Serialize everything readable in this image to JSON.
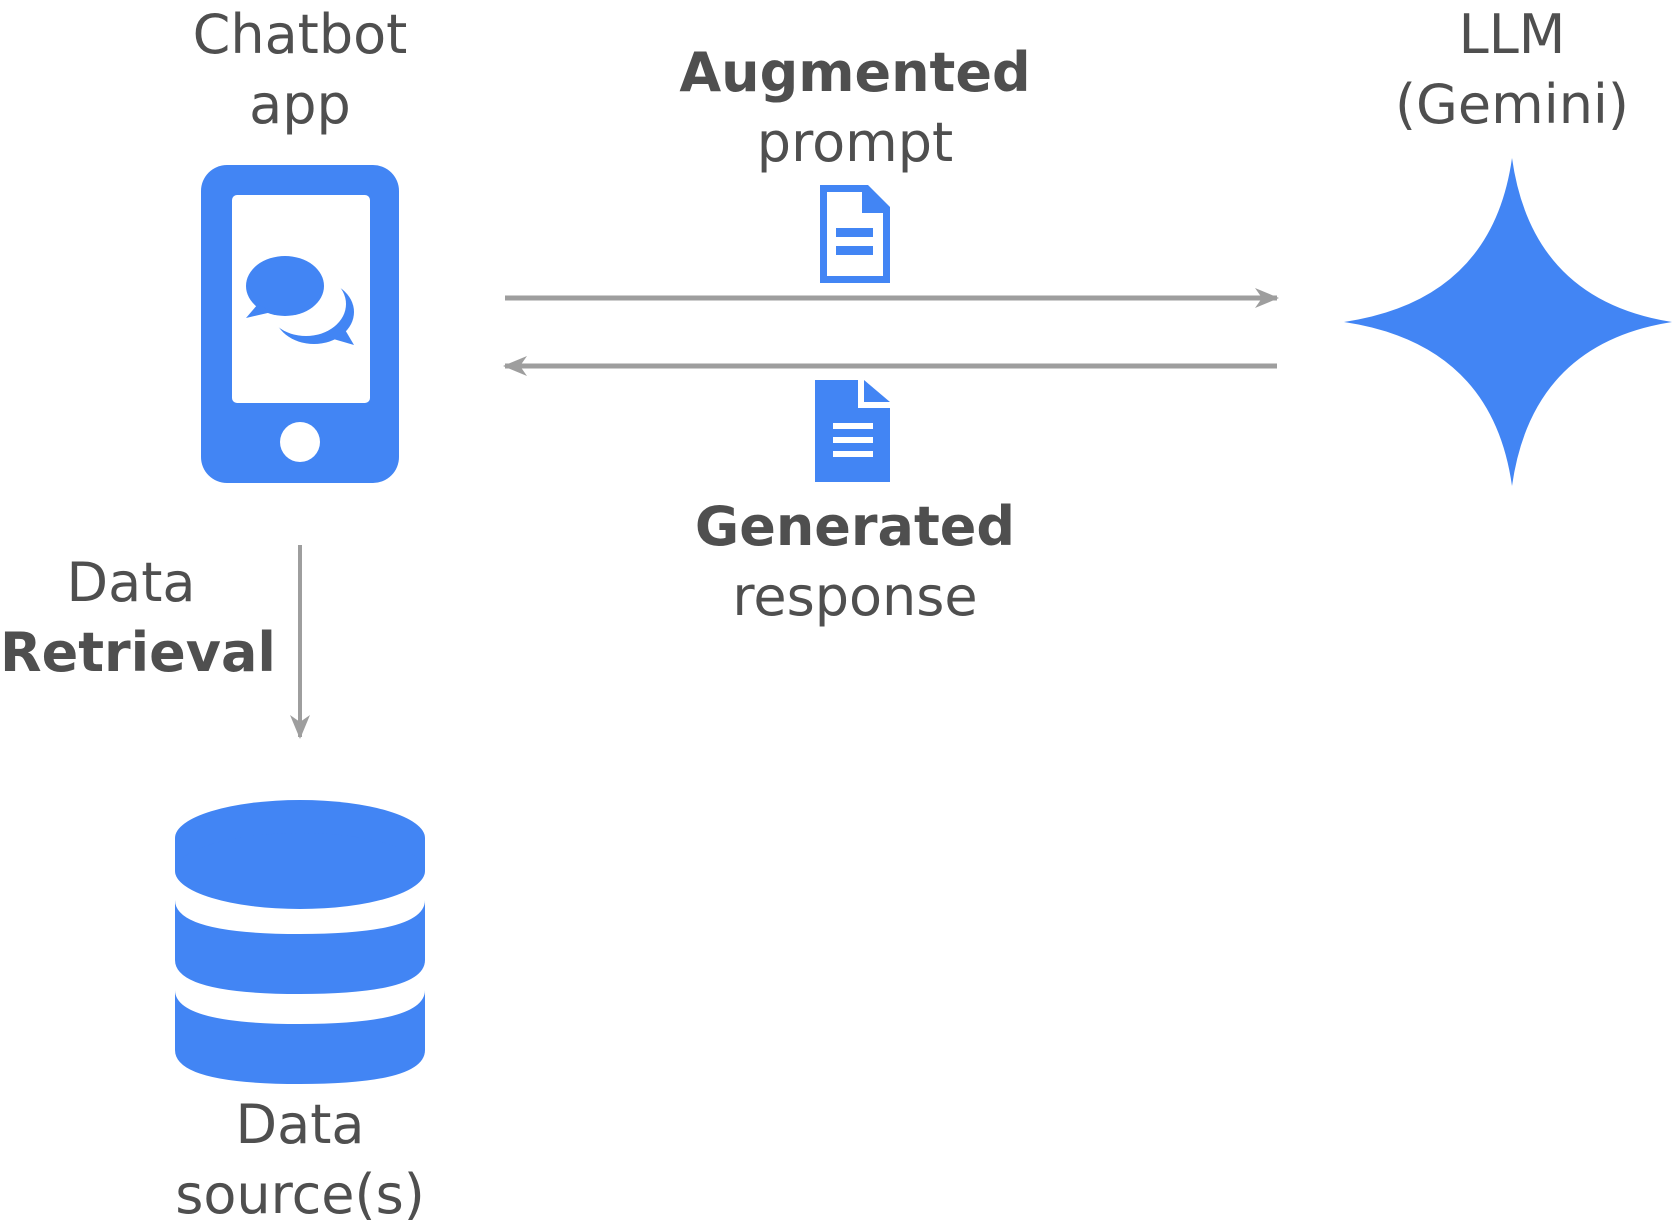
{
  "chatbot": {
    "line1": "Chatbot",
    "line2": "app"
  },
  "llm": {
    "line1": "LLM",
    "line2": "(Gemini)"
  },
  "augmented": {
    "line1": "Augmented",
    "line2": "prompt"
  },
  "generated": {
    "line1": "Generated",
    "line2": "response"
  },
  "retrieval": {
    "line1": "Data",
    "line2": "Retrieval"
  },
  "datasource": {
    "line1": "Data",
    "line2": "source(s)"
  },
  "icons": {
    "phone": "smartphone-chat-icon",
    "gemini": "gemini-spark-icon",
    "prompt_doc": "document-outline-icon",
    "response_doc": "document-filled-icon",
    "database": "database-icon"
  },
  "colors": {
    "accent": "#4285f4",
    "arrow": "#9e9e9e",
    "text": "#4f4f4f"
  }
}
